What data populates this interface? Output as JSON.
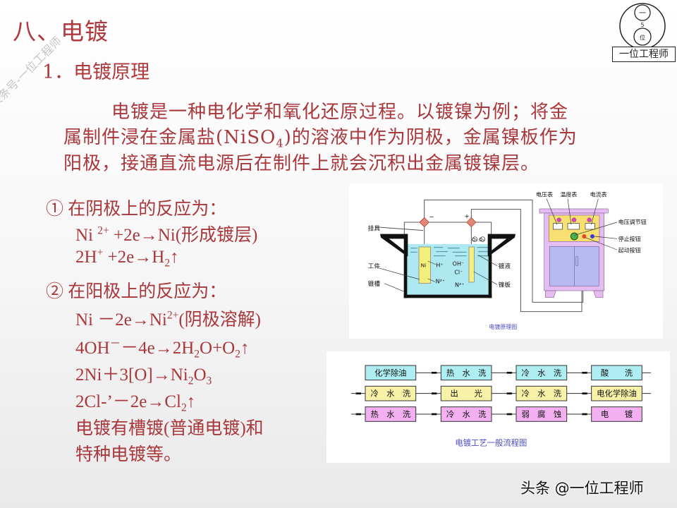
{
  "title": "八、电镀",
  "subtitle": "1．电镀原理",
  "watermark": "头条号-一位工程师",
  "logo": {
    "top_char": "一",
    "mid_char": "5",
    "bottom_char": "位",
    "text": "一位工程师"
  },
  "paragraph": {
    "lines": [
      [
        {
          "t": "电镀是一种电化学和氧化还原过程。以镀镍为例；将金"
        }
      ],
      [
        {
          "t": "属制件浸在金属盐(NiSO"
        },
        {
          "t": "4",
          "sub": true
        },
        {
          "t": ")的溶液中作为阴极，金属镍板作为"
        }
      ],
      [
        {
          "t": "阳极，接通直流电源后在制件上就会沉积出金属镀镍层。"
        }
      ]
    ]
  },
  "reactions": {
    "lines": [
      [
        {
          "t": "① 在阴极上的反应为："
        }
      ],
      [
        {
          "t": "Ni "
        },
        {
          "t": "2+",
          "sup": true
        },
        {
          "t": " +2e→Ni(形成镀层)"
        }
      ],
      [
        {
          "t": "2H"
        },
        {
          "t": "+",
          "sup": true
        },
        {
          "t": " +2e→H"
        },
        {
          "t": "2",
          "sub": true
        },
        {
          "t": "↑"
        }
      ],
      [
        {
          "t": "② 在阳极上的反应为："
        }
      ],
      [
        {
          "t": "Ni －2e→Ni"
        },
        {
          "t": "2+",
          "sup": true
        },
        {
          "t": "(阴极溶解)"
        }
      ],
      [
        {
          "t": "4OH"
        },
        {
          "t": "－",
          "sup": true
        },
        {
          "t": "－4e→2H"
        },
        {
          "t": "2",
          "sub": true
        },
        {
          "t": "O+O"
        },
        {
          "t": "2",
          "sub": true
        },
        {
          "t": "↑"
        }
      ],
      [
        {
          "t": "2Ni＋3[O]→Ni"
        },
        {
          "t": "2",
          "sub": true
        },
        {
          "t": "O"
        },
        {
          "t": "3",
          "sub": true
        }
      ],
      [
        {
          "t": "2Cl-’－2e→Cl"
        },
        {
          "t": "2",
          "sub": true
        },
        {
          "t": "↑"
        }
      ],
      [
        {
          "t": "电镀有槽镀(普通电镀)和"
        }
      ],
      [
        {
          "t": "特种电镀等。"
        }
      ]
    ]
  },
  "principle_diagram": {
    "caption": "电镀原理图",
    "labels": {
      "hanger": "挂具",
      "workpiece": "工件",
      "tank": "镀槽",
      "solution": "镀液",
      "nickel_plate": "镍板",
      "voltmeter": "电压表",
      "thermometer": "温度表",
      "ammeter": "电流表",
      "voltage_knob": "电压调节钮",
      "stop_button": "停止按钮",
      "start_button": "起动按钮",
      "ni": "Ni",
      "h_plus": "H⁺",
      "ni2_left": "N²⁺",
      "oh": "OH⁻",
      "cl": "Cl⁻",
      "ni2_right": "N²⁺",
      "o2": "O₂ O₂",
      "minus": "−",
      "plus": "+"
    },
    "colors": {
      "water": "#aee9f2",
      "electrode": "#f5ee7c",
      "cabinet": "#e6bdf2",
      "panel": "#f7df72",
      "door": "#b9b9f2"
    }
  },
  "flow_diagram": {
    "caption": "电镀工艺一般流程图",
    "rows": [
      {
        "color": "#aeeef2",
        "steps": [
          "化学除油",
          "热　水　洗",
          "冷　水　洗",
          "酸　　洗"
        ]
      },
      {
        "color": "#f7f2a8",
        "steps": [
          "冷　水　洗",
          "出　　光",
          "冷　水　洗",
          "电化学除油"
        ]
      },
      {
        "color": "#f2b0f0",
        "steps": [
          "热　水　洗",
          "冷　水　洗",
          "弱　腐　蚀",
          "电　　镀"
        ]
      }
    ]
  },
  "footer": "头条 @一位工程师"
}
